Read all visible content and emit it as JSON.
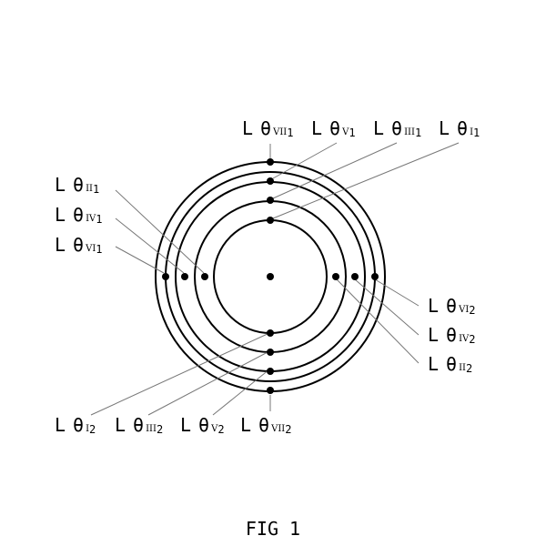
{
  "figure": {
    "caption": "FIG 1",
    "center_dot": "center",
    "rings": [
      {
        "id": "ring-1"
      },
      {
        "id": "ring-2"
      },
      {
        "id": "ring-3"
      },
      {
        "id": "ring-4"
      },
      {
        "id": "ring-5"
      }
    ],
    "labels": [
      {
        "id": "VII1",
        "letter": "L",
        "theta": "θ",
        "roman": "VII",
        "sub": "1"
      },
      {
        "id": "V1",
        "letter": "L",
        "theta": "θ",
        "roman": "V",
        "sub": "1"
      },
      {
        "id": "III1",
        "letter": "L",
        "theta": "θ",
        "roman": "III",
        "sub": "1"
      },
      {
        "id": "I1",
        "letter": "L",
        "theta": "θ",
        "roman": "I",
        "sub": "1"
      },
      {
        "id": "II1",
        "letter": "L",
        "theta": "θ",
        "roman": "II",
        "sub": "1"
      },
      {
        "id": "IV1",
        "letter": "L",
        "theta": "θ",
        "roman": "IV",
        "sub": "1"
      },
      {
        "id": "VI1",
        "letter": "L",
        "theta": "θ",
        "roman": "VI",
        "sub": "1"
      },
      {
        "id": "VI2",
        "letter": "L",
        "theta": "θ",
        "roman": "VI",
        "sub": "2"
      },
      {
        "id": "IV2",
        "letter": "L",
        "theta": "θ",
        "roman": "IV",
        "sub": "2"
      },
      {
        "id": "II2",
        "letter": "L",
        "theta": "θ",
        "roman": "II",
        "sub": "2"
      },
      {
        "id": "I2",
        "letter": "L",
        "theta": "θ",
        "roman": "I",
        "sub": "2"
      },
      {
        "id": "III2",
        "letter": "L",
        "theta": "θ",
        "roman": "III",
        "sub": "2"
      },
      {
        "id": "V2",
        "letter": "L",
        "theta": "θ",
        "roman": "V",
        "sub": "2"
      },
      {
        "id": "VII2",
        "letter": "L",
        "theta": "θ",
        "roman": "VII",
        "sub": "2"
      }
    ]
  }
}
